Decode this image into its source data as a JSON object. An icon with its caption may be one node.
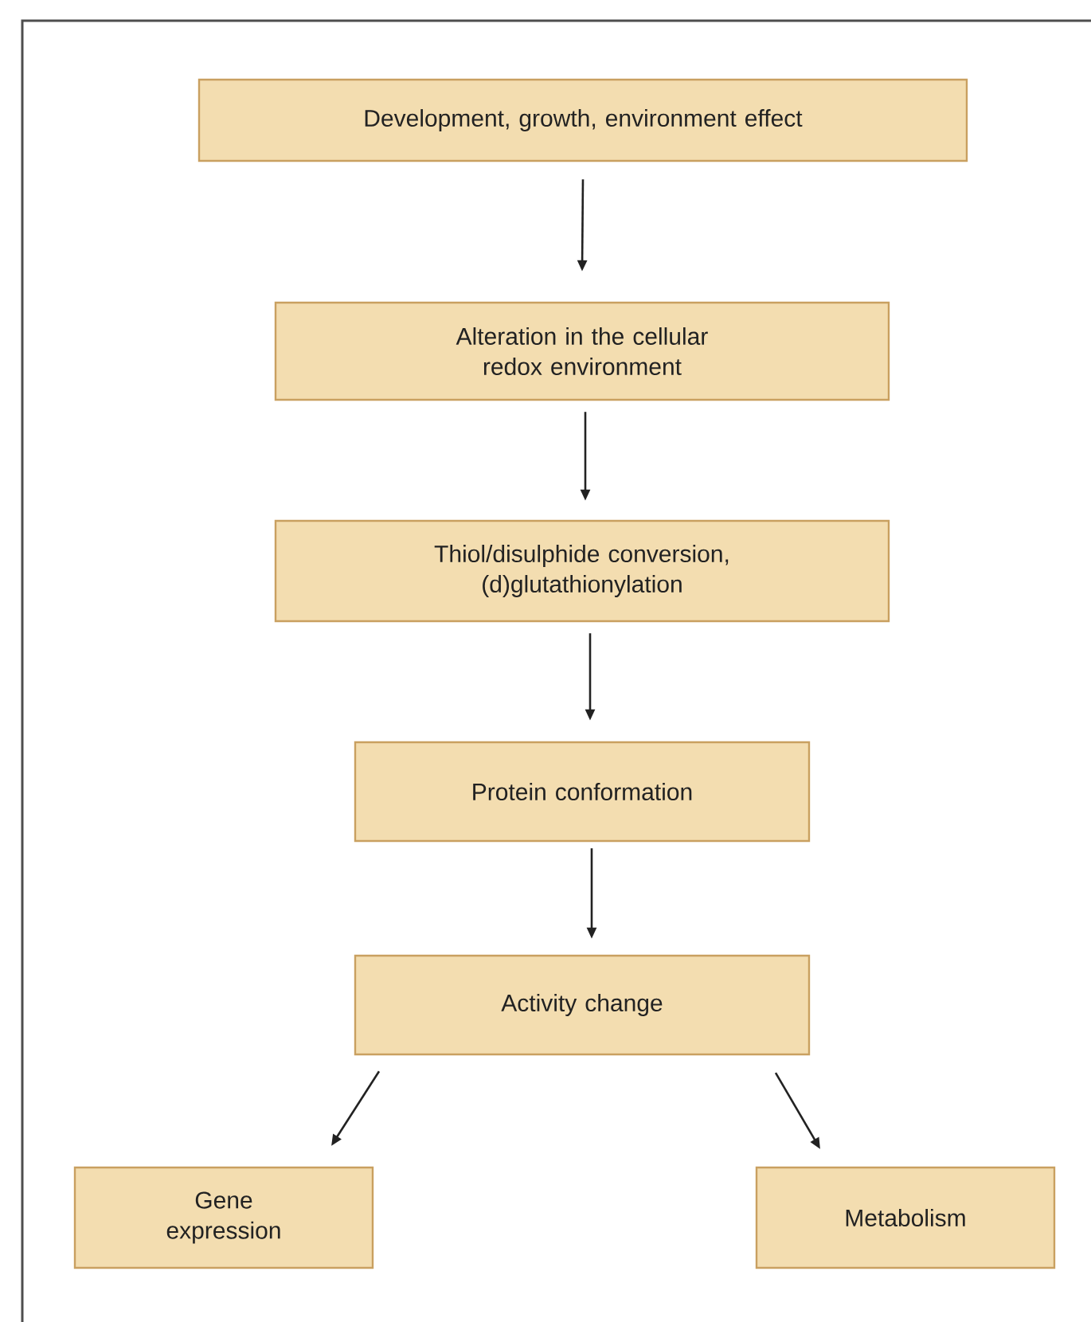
{
  "diagram": {
    "nodes": [
      {
        "text": [
          "Development, growth, environment effect"
        ]
      },
      {
        "text": [
          "Alteration in the cellular redox environment"
        ]
      },
      {
        "text": [
          "Thiol/disulphide conversion, (d)glutathionylation"
        ]
      },
      {
        "text": [
          "Protein conformation"
        ]
      },
      {
        "text": [
          "Activity change"
        ]
      },
      {
        "text": [
          "Gene expression"
        ]
      },
      {
        "text": [
          "Metabolism"
        ]
      }
    ],
    "edges": [
      {
        "from": 0,
        "to": 1,
        "arrow": "to"
      },
      {
        "from": 1,
        "to": 2,
        "arrow": "to"
      },
      {
        "from": 2,
        "to": 3,
        "arrow": "to"
      },
      {
        "from": 3,
        "to": 4,
        "arrow": "to"
      },
      {
        "from": 4,
        "to": 5,
        "arrow": "to"
      },
      {
        "from": 4,
        "to": 6,
        "arrow": "to"
      }
    ]
  }
}
